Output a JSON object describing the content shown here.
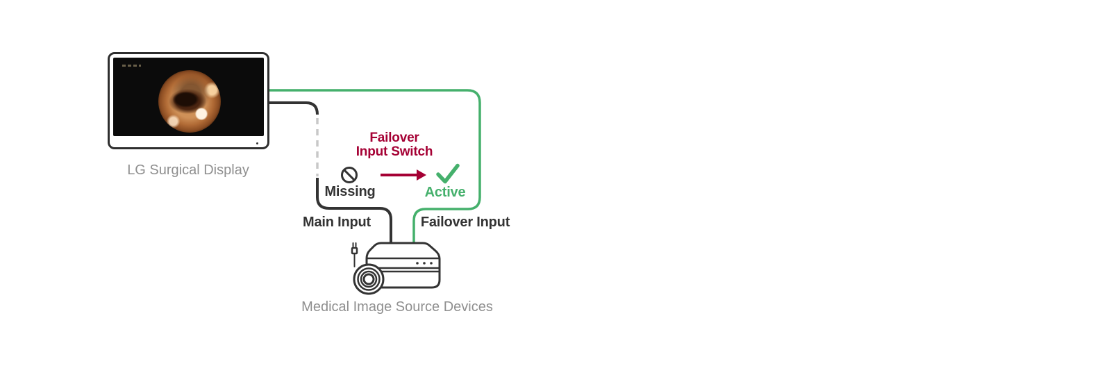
{
  "colors": {
    "green": "#45b06c",
    "crimson": "#a50034",
    "dark": "#333333",
    "dash": "#c8c8c8",
    "caption": "#8f8f8f",
    "frame": "#2e2e2e"
  },
  "monitor": {
    "caption": "LG Surgical Display"
  },
  "failover_switch": {
    "title_line1": "Failover",
    "title_line2": "Input Switch",
    "missing_label": "Missing",
    "active_label": "Active"
  },
  "connections": {
    "main_label": "Main Input",
    "failover_label": "Failover Input"
  },
  "source_devices": {
    "caption": "Medical Image Source Devices"
  }
}
